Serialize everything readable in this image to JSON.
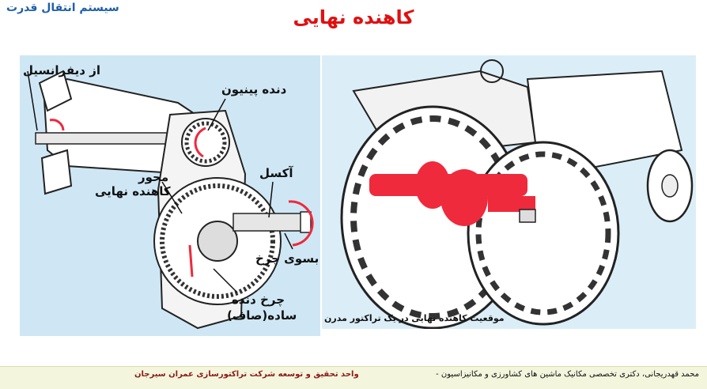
{
  "header": {
    "section_title": "سیستم انتقال قدرت",
    "slide_title": "کاهنده نهایی"
  },
  "left_diagram": {
    "labels": {
      "from_differential": "از دیفرانسیل",
      "pinion_gear": "دنده پینیون",
      "final_reducer_axis_line1": "محور",
      "final_reducer_axis_line2": "کاهنده نهایی",
      "axle": "آکسل",
      "to_wheel": "بسوی چرخ",
      "spur_gear_line1": "چرخ دنده",
      "spur_gear_line2": "ساده(صاف)"
    }
  },
  "right_image": {
    "caption": "موقعیت کاهنده نهایی در یک تراکتور مدرن"
  },
  "footer": {
    "author": "محمد قهدریجانی، دکتری تخصصی مکانیک ماشین های کشاورزی و مکانیزاسیون -",
    "institution": "واحد تحقیق و توسعه شرکت تراکتورسازی عمران سیرجان"
  },
  "colors": {
    "title_red": "#e01010",
    "section_blue": "#1f5fa8",
    "highlight_red": "#ee2a3c",
    "panel_blue": "#cfe7f5"
  }
}
